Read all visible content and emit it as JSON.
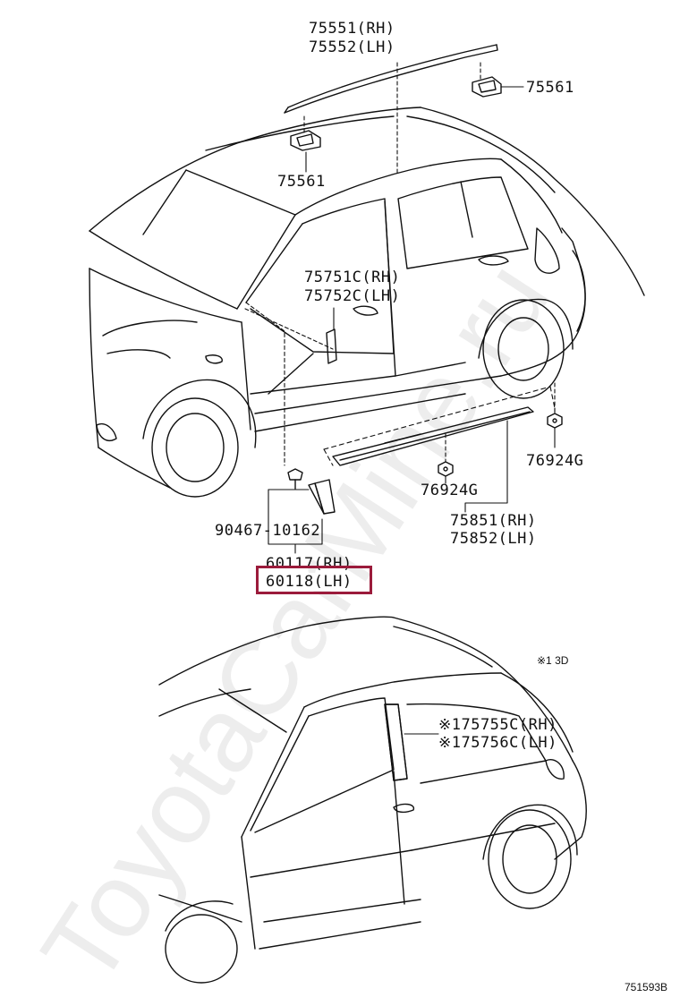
{
  "parts": {
    "roof_molding_rh": "75551(RH)",
    "roof_molding_lh": "75552(LH)",
    "clip_right": "75561",
    "clip_left": "75561",
    "door_molding_rh": "75751C(RH)",
    "door_molding_lh": "75752C(LH)",
    "rocker_molding_rh": "75851(RH)",
    "rocker_molding_lh": "75852(LH)",
    "nut_right": "76924G",
    "nut_center": "76924G",
    "screw": "90467-10162",
    "garnish_rh": "60117(RH)",
    "garnish_lh": "60118(LH)",
    "three_door_note": "※1 3D",
    "three_door_molding_rh": "※175755C(RH)",
    "three_door_molding_lh": "※175756C(LH)"
  },
  "figure_code": "751593B",
  "watermark": "ToyotaCarMine.ru",
  "highlight_color": "#9b1b3b"
}
